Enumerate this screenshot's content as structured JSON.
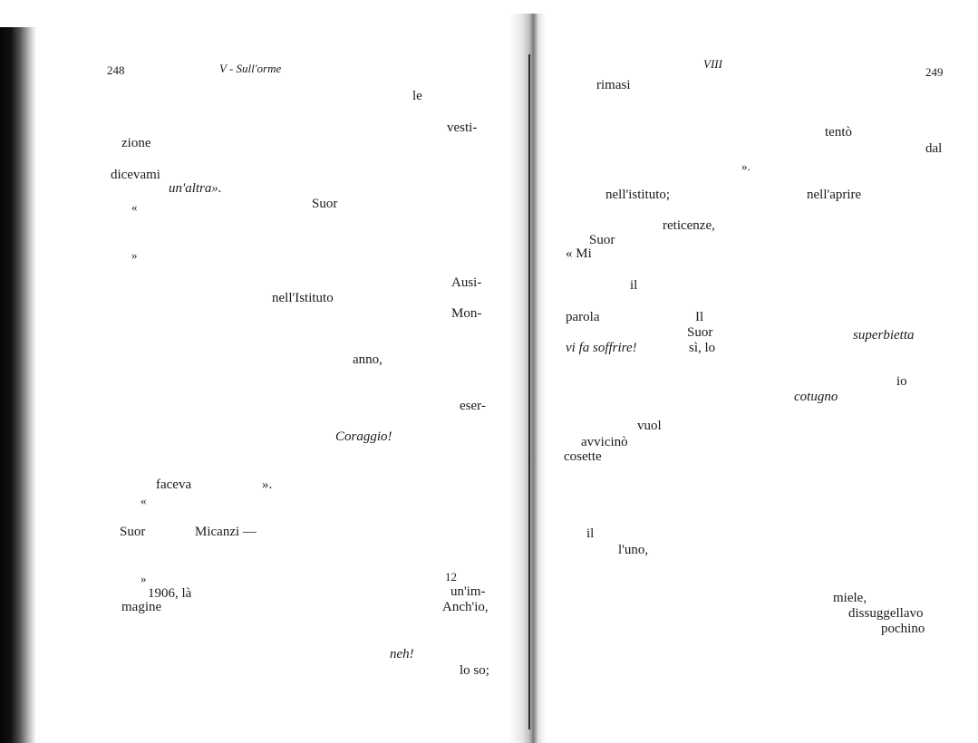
{
  "left_page": {
    "page_number": "248",
    "running_head": "V - Sull'orme",
    "words": [
      {
        "text": "le",
        "italic": false
      },
      {
        "text": "vesti-",
        "italic": false
      },
      {
        "text": "zione",
        "italic": false
      },
      {
        "text": "dicevami",
        "italic": false
      },
      {
        "text": "un'altra».",
        "italic": true
      },
      {
        "text": "«",
        "italic": false
      },
      {
        "text": "Suor",
        "italic": false
      },
      {
        "text": "»",
        "italic": false
      },
      {
        "text": "Ausi-",
        "italic": false
      },
      {
        "text": "nell'Istituto",
        "italic": false
      },
      {
        "text": "Mon-",
        "italic": false
      },
      {
        "text": "anno,",
        "italic": false
      },
      {
        "text": "eser-",
        "italic": false
      },
      {
        "text": "Coraggio!",
        "italic": true
      },
      {
        "text": "faceva",
        "italic": false
      },
      {
        "text": "».",
        "italic": false
      },
      {
        "text": "«",
        "italic": false
      },
      {
        "text": "Suor",
        "italic": false
      },
      {
        "text": "Micanzi —",
        "italic": false
      },
      {
        "text": "»",
        "italic": false
      },
      {
        "text": "12",
        "italic": false
      },
      {
        "text": "1906, là",
        "italic": false
      },
      {
        "text": "un'im-",
        "italic": false
      },
      {
        "text": "magine",
        "italic": false
      },
      {
        "text": "Anch'io,",
        "italic": false
      },
      {
        "text": "neh!",
        "italic": true
      },
      {
        "text": "lo so;",
        "italic": false
      }
    ]
  },
  "right_page": {
    "page_number": "249",
    "running_head": "VIII",
    "words": [
      {
        "text": "rimasi",
        "italic": false
      },
      {
        "text": "tentò",
        "italic": false
      },
      {
        "text": "dal",
        "italic": false
      },
      {
        "text": "».",
        "italic": false
      },
      {
        "text": "nell'istituto;",
        "italic": false
      },
      {
        "text": "nell'aprire",
        "italic": false
      },
      {
        "text": "reticenze,",
        "italic": false
      },
      {
        "text": "Suor",
        "italic": false
      },
      {
        "text": "« Mi",
        "italic": false
      },
      {
        "text": "il",
        "italic": false
      },
      {
        "text": "parola",
        "italic": false
      },
      {
        "text": "Il",
        "italic": false
      },
      {
        "text": "Suor",
        "italic": false
      },
      {
        "text": "superbietta",
        "italic": true
      },
      {
        "text": "vi fa soffrire!",
        "italic": true
      },
      {
        "text": "sì, lo",
        "italic": false
      },
      {
        "text": "io",
        "italic": false
      },
      {
        "text": "cotugno",
        "italic": true
      },
      {
        "text": "vuol",
        "italic": false
      },
      {
        "text": "avvicinò",
        "italic": false
      },
      {
        "text": "cosette",
        "italic": false
      },
      {
        "text": "il",
        "italic": false
      },
      {
        "text": "l'uno,",
        "italic": false
      },
      {
        "text": "miele,",
        "italic": false
      },
      {
        "text": "dissuggellavo",
        "italic": false
      },
      {
        "text": "pochino",
        "italic": false
      }
    ]
  }
}
